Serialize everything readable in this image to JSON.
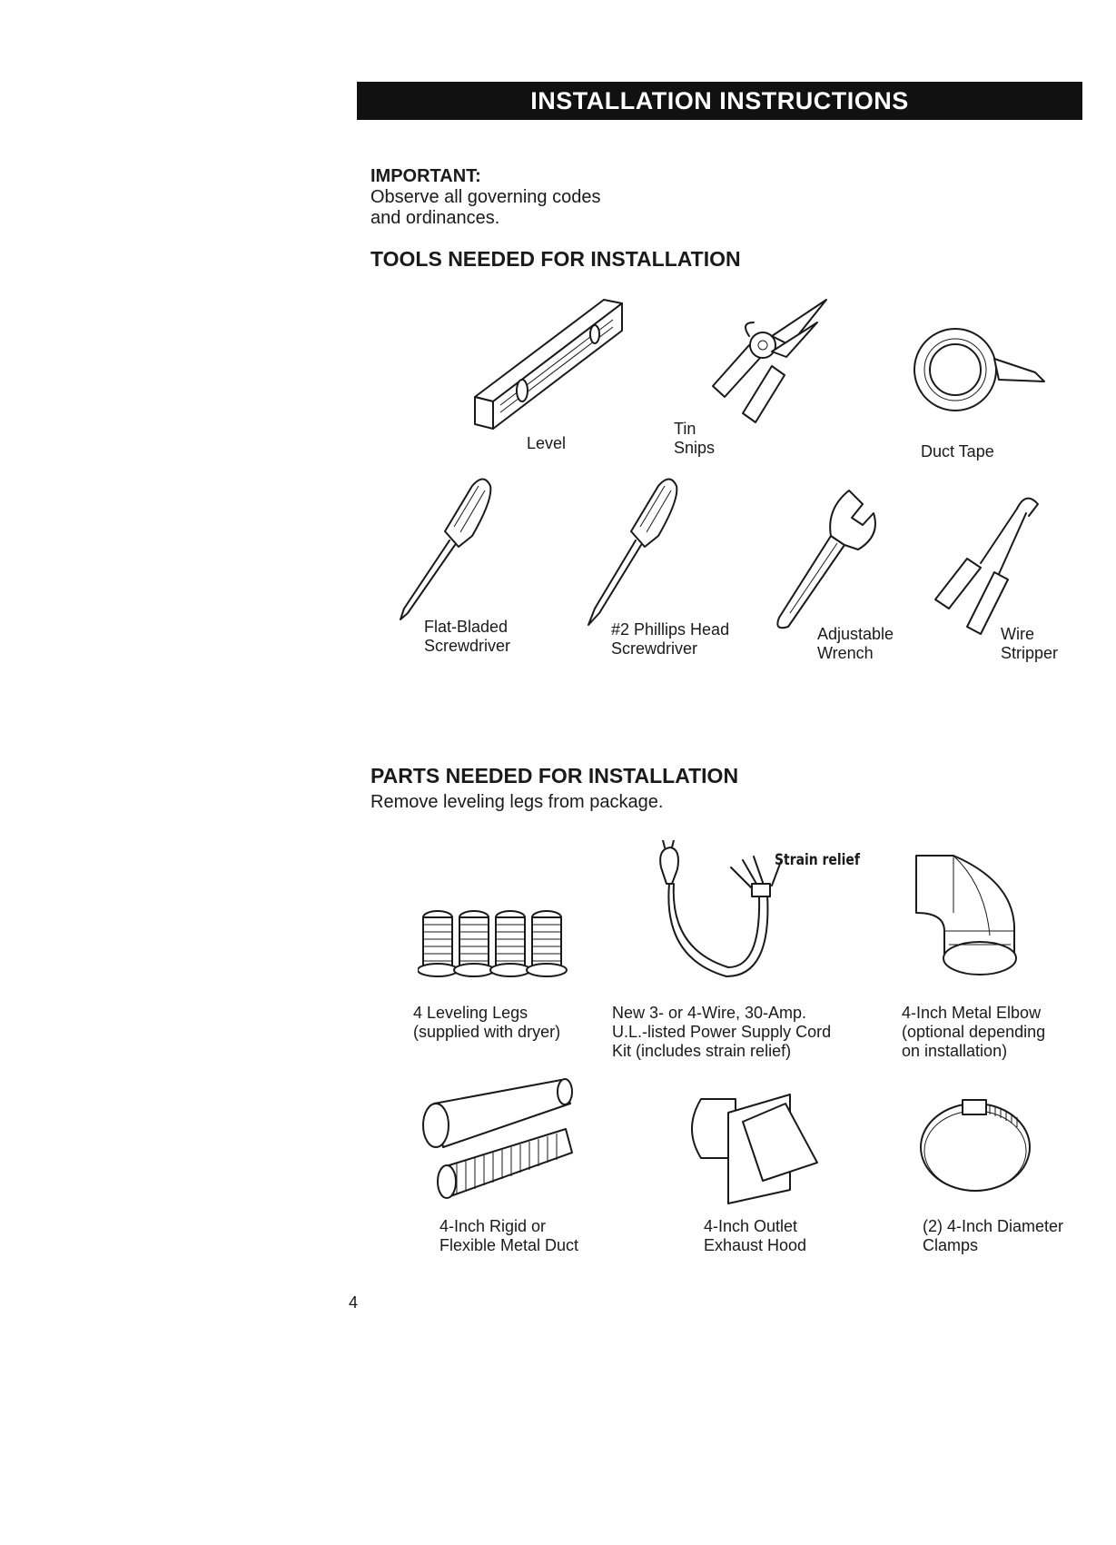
{
  "banner": {
    "title": "INSTALLATION INSTRUCTIONS"
  },
  "important": {
    "label": "IMPORTANT:",
    "lines": [
      "Observe all governing codes",
      "and ordinances."
    ]
  },
  "tools": {
    "heading": "TOOLS NEEDED FOR INSTALLATION",
    "items": [
      {
        "icon": "level-icon",
        "label": [
          "Level"
        ]
      },
      {
        "icon": "tin-snips-icon",
        "label": [
          "Tin",
          "Snips"
        ]
      },
      {
        "icon": "duct-tape-icon",
        "label": [
          "Duct Tape"
        ]
      },
      {
        "icon": "flat-screwdriver-icon",
        "label": [
          "Flat-Bladed",
          "Screwdriver"
        ]
      },
      {
        "icon": "phillips-screwdriver-icon",
        "label": [
          "#2 Phillips Head",
          "Screwdriver"
        ]
      },
      {
        "icon": "adjustable-wrench-icon",
        "label": [
          "Adjustable",
          "Wrench"
        ]
      },
      {
        "icon": "wire-stripper-icon",
        "label": [
          "Wire",
          "Stripper"
        ]
      }
    ]
  },
  "parts": {
    "heading": "PARTS NEEDED FOR INSTALLATION",
    "subtext": "Remove leveling legs from package.",
    "strain_relief_label": "Strain relief",
    "items": [
      {
        "icon": "leveling-legs-icon",
        "label": [
          "4 Leveling Legs",
          "(supplied with dryer)"
        ]
      },
      {
        "icon": "power-cord-icon",
        "label": [
          "New 3- or 4-Wire, 30-Amp.",
          "U.L.-listed Power Supply Cord",
          "Kit (includes strain relief)"
        ]
      },
      {
        "icon": "metal-elbow-icon",
        "label": [
          "4-Inch Metal Elbow",
          "(optional depending",
          "on installation)"
        ]
      },
      {
        "icon": "metal-duct-icon",
        "label": [
          "4-Inch Rigid or",
          "Flexible Metal Duct"
        ]
      },
      {
        "icon": "exhaust-hood-icon",
        "label": [
          "4-Inch Outlet",
          "Exhaust Hood"
        ]
      },
      {
        "icon": "clamps-icon",
        "label": [
          "(2) 4-Inch Diameter",
          "Clamps"
        ]
      }
    ]
  },
  "page_number": "4"
}
